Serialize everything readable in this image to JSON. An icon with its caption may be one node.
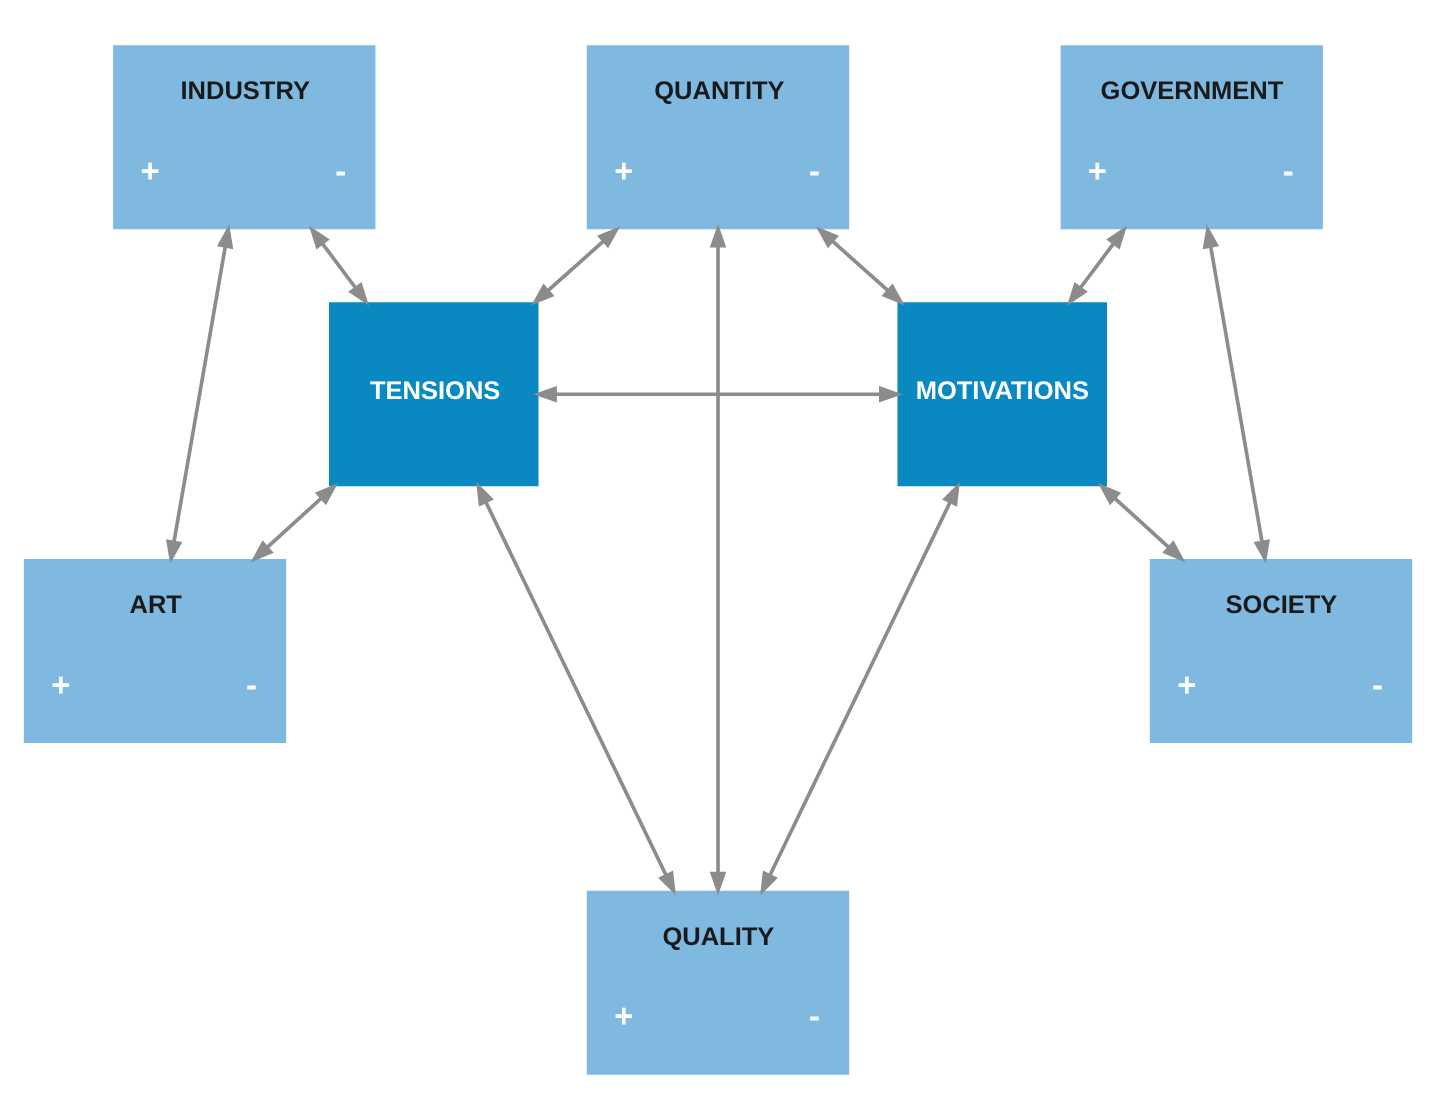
{
  "diagram": {
    "nodes": [
      {
        "text": [
          "QUANTITY",
          "+",
          "-"
        ]
      },
      {
        "text": [
          "INDUSTRY",
          "+",
          "-"
        ]
      },
      {
        "text": [
          "GOVERNMENT",
          "+",
          "-"
        ]
      },
      {
        "text": [
          "TENSIONS"
        ]
      },
      {
        "text": [
          "MOTIVATIONS"
        ]
      },
      {
        "text": [
          "ART",
          "+",
          "-"
        ]
      },
      {
        "text": [
          "SOCIETY",
          "+",
          "-"
        ]
      },
      {
        "text": [
          "QUALITY",
          "+",
          "-"
        ]
      }
    ],
    "edges": [
      {
        "from": 0,
        "to": 3,
        "arrow": "both"
      },
      {
        "from": 0,
        "to": 4,
        "arrow": "both"
      },
      {
        "from": 0,
        "to": 7,
        "arrow": "both"
      },
      {
        "from": 1,
        "to": 3,
        "arrow": "both"
      },
      {
        "from": 2,
        "to": 4,
        "arrow": "both"
      },
      {
        "from": 1,
        "to": 5,
        "arrow": "both"
      },
      {
        "from": 2,
        "to": 6,
        "arrow": "both"
      },
      {
        "from": 3,
        "to": 4,
        "arrow": "both"
      },
      {
        "from": 3,
        "to": 5,
        "arrow": "both"
      },
      {
        "from": 4,
        "to": 6,
        "arrow": "both"
      },
      {
        "from": 3,
        "to": 7,
        "arrow": "both"
      },
      {
        "from": 4,
        "to": 7,
        "arrow": "both"
      }
    ]
  }
}
